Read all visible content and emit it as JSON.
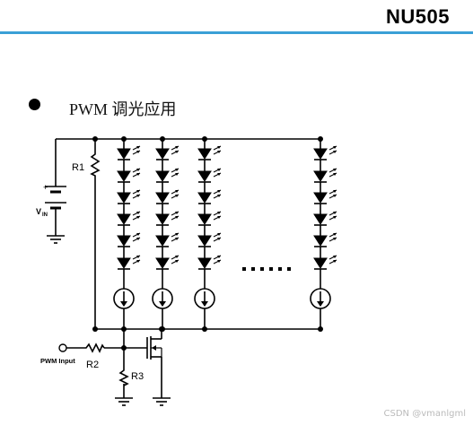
{
  "header": {
    "title": "NU505",
    "rule_color": "#3aa0d6"
  },
  "section": {
    "bullet_text": "PWM 调光应用"
  },
  "schematic": {
    "labels": {
      "r1": "R1",
      "r2": "R2",
      "r3": "R3",
      "vin_main": "V",
      "vin_sub": "IN",
      "plus": "+",
      "pwm_input": "PWM Input",
      "ellipsis": "……"
    },
    "led_strings": 4,
    "leds_per_string": 6,
    "components": [
      "battery-vin",
      "resistor-r1",
      "resistor-r2",
      "resistor-r3",
      "mosfet",
      "current-source",
      "led",
      "ground"
    ],
    "line_color": "#000000"
  },
  "watermark": "CSDN @vmanlgml"
}
